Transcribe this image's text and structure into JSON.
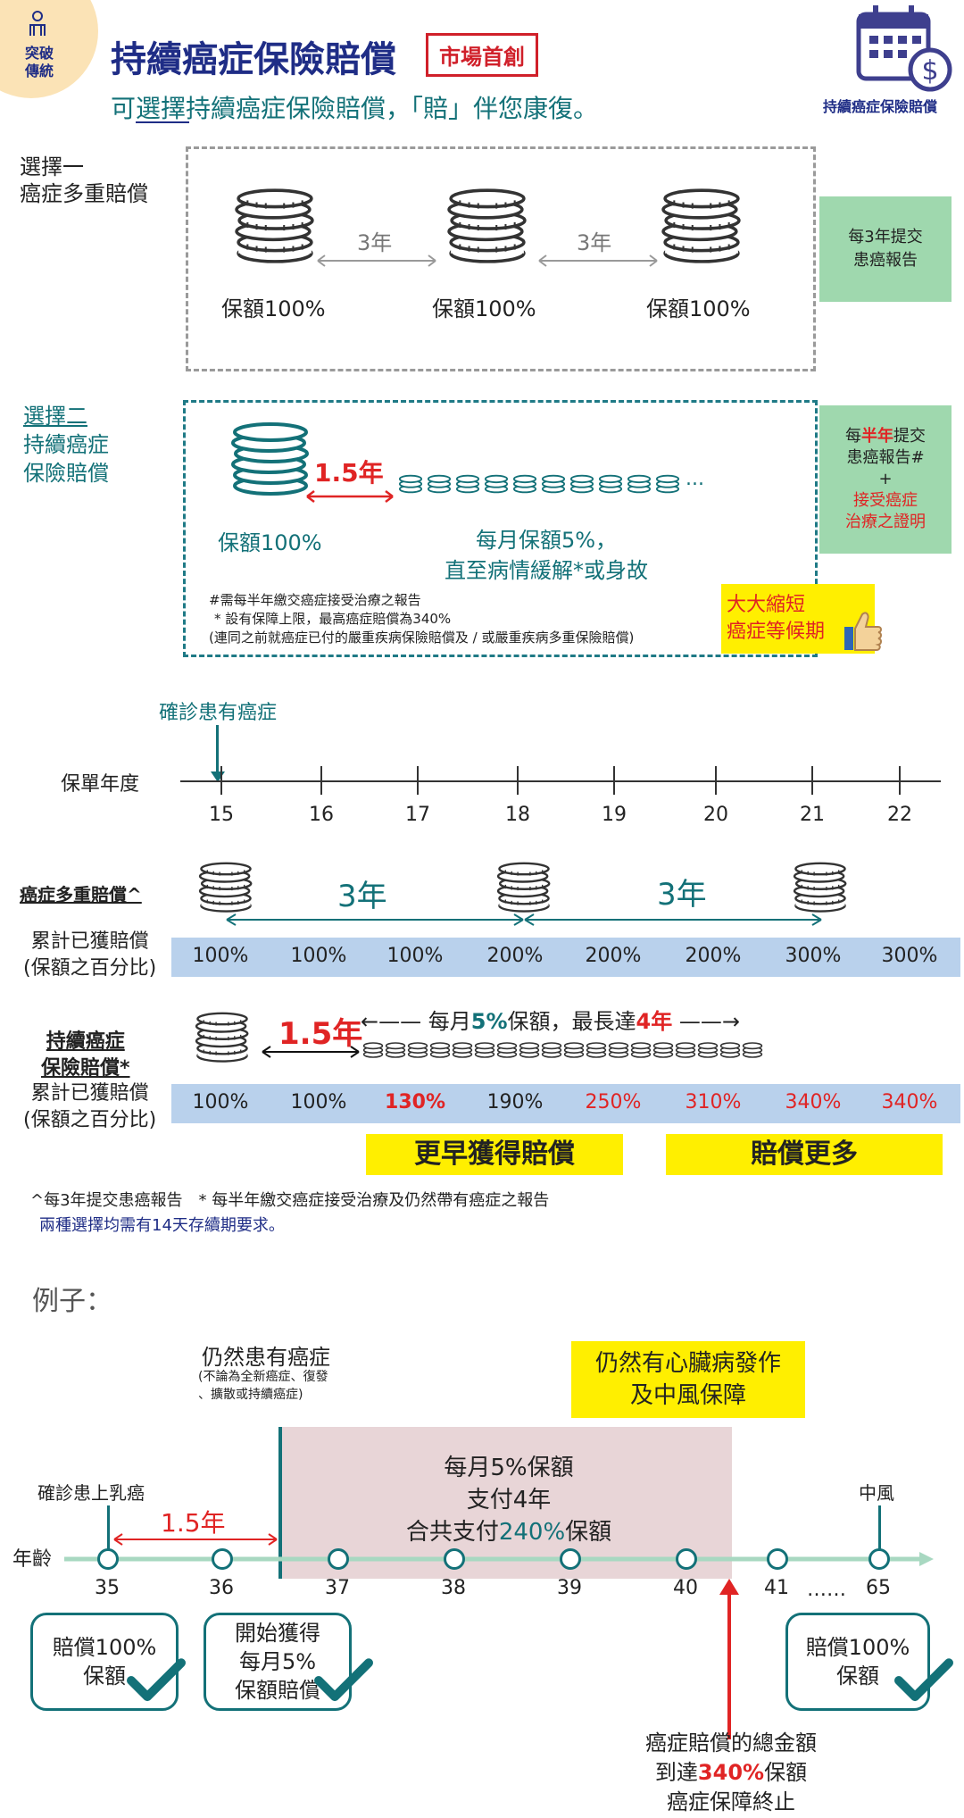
{
  "badge": {
    "line1": "突破",
    "line2": "傳統"
  },
  "header": {
    "title": "持續癌症保險賠償",
    "tag": "市場首創",
    "subtitle": "可選擇持續癌症保險賠償，「賠」伴您康復。",
    "calendar_caption": "持續癌症保險賠償"
  },
  "option1": {
    "label_line1": "選擇一",
    "label_line2": "癌症多重賠償",
    "gap1": "3年",
    "gap2": "3年",
    "amounts": [
      "保額100%",
      "保額100%",
      "保額100%"
    ],
    "note_line1": "每3年提交",
    "note_line2": "患癌報告"
  },
  "option2": {
    "label_line1": "選擇二",
    "label_line2": "持續癌症",
    "label_line3": "保險賠償",
    "gap": "1.5年",
    "ellipsis": "...",
    "amount": "保額100%",
    "monthly_line1": "每月保額5%，",
    "monthly_line2": "直至病情緩解*或身故",
    "fn1": "#需每半年繳交癌症接受治療之報告",
    "fn2": "* 設有保障上限，最高癌症賠償為340%",
    "fn3": "(連同之前就癌症已付的嚴重疾病保險賠償及 / 或嚴重疾病多重保險賠償)",
    "note_pre": "每",
    "note_red": "半年",
    "note_post": "提交",
    "note_line2": "患癌報告#",
    "note_plus": "+",
    "note_line3": "接受癌症",
    "note_line4": "治療之證明",
    "callout_line1": "大大縮短",
    "callout_line2": "癌症等候期"
  },
  "timeline": {
    "diagnosis": "確診患有癌症",
    "axis_label": "保單年度",
    "years": [
      "15",
      "16",
      "17",
      "18",
      "19",
      "20",
      "21",
      "22"
    ]
  },
  "multi": {
    "label": "癌症多重賠償^",
    "gap1": "3年",
    "gap2": "3年",
    "row_label_line1": "累計已獲賠償",
    "row_label_line2": "(保額之百分比)",
    "values": [
      "100%",
      "100%",
      "100%",
      "200%",
      "200%",
      "200%",
      "300%",
      "300%"
    ]
  },
  "continuous": {
    "label_line1": "持續癌症",
    "label_line2": "保險賠償*",
    "gap": "1.5年",
    "arrow_pre": "每月",
    "arrow_pct": "5%",
    "arrow_mid": "保額，最長達",
    "arrow_yrs": "4年",
    "row_label_line1": "累計已獲賠償",
    "row_label_line2": "(保額之百分比)",
    "values": [
      "100%",
      "100%",
      "130%",
      "190%",
      "250%",
      "310%",
      "340%",
      "340%"
    ],
    "highlight_earlier": "更早獲得賠償",
    "highlight_more": "賠償更多"
  },
  "notes": {
    "line1": "^每3年提交患癌報告　* 每半年繳交癌症接受治療及仍然帶有癌症之報告",
    "line2": "兩種選擇均需有14天存續期要求。"
  },
  "example": {
    "title": "例子：",
    "still_cancer": "仍然患有癌症",
    "still_cancer_sub1": "(不論為全新癌症、復發",
    "still_cancer_sub2": "、擴散或持續癌症)",
    "heart_line1": "仍然有心臟病發作",
    "heart_line2": "及中風保障",
    "box_line1": "每月5%保額",
    "box_line2": "支付4年",
    "box_line3_pre": "合共支付",
    "box_line3_pct": "240%",
    "box_line3_post": "保額",
    "diagnosed": "確診患上乳癌",
    "stroke": "中風",
    "gap": "1.5年",
    "axis_label": "年齡",
    "ages": [
      "35",
      "36",
      "37",
      "38",
      "39",
      "40",
      "41",
      "65"
    ],
    "dots": "……",
    "check1_line1": "賠償100%",
    "check1_line2": "保額",
    "check2_line1": "開始獲得",
    "check2_line2": "每月5%",
    "check2_line3": "保額賠償",
    "check3_line1": "賠償100%",
    "check3_line2": "保額",
    "end_line1": "癌症賠償的總金額",
    "end_line2_pre": "到達",
    "end_line2_pct": "340%",
    "end_line2_post": "保額",
    "end_line3": "癌症保障終止"
  },
  "colors": {
    "navy": "#1f2d86",
    "teal": "#137178",
    "red": "#e02424",
    "row_blue": "#b9d1ec",
    "yellow": "#ffef00",
    "green_note": "#9fd8ae",
    "pink_box": "#e8d5d7"
  }
}
